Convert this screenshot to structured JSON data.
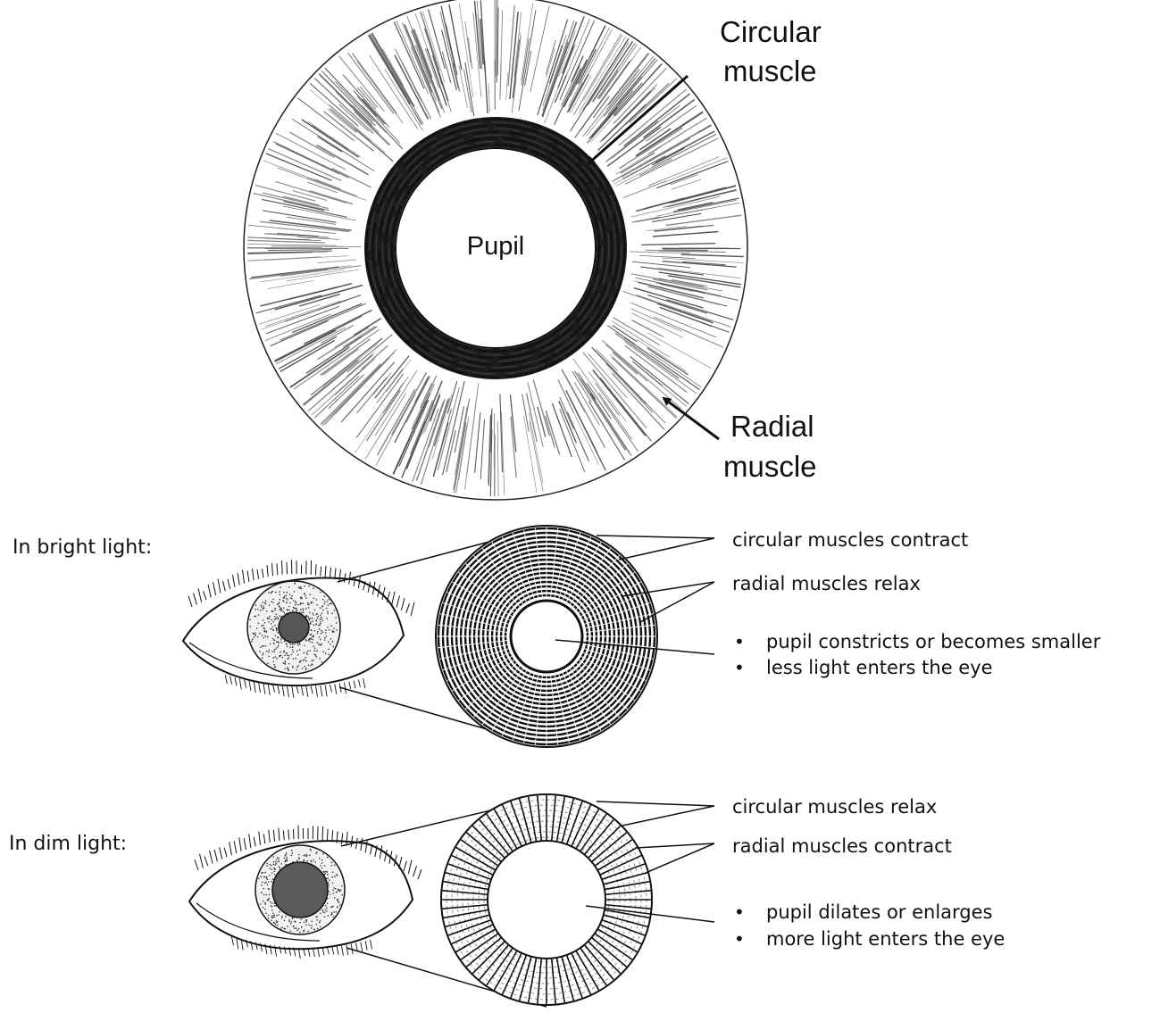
{
  "iris_diagram": {
    "pupil_label": "Pupil",
    "circular_label_line1": "Circular",
    "circular_label_line2": "muscle",
    "radial_label_line1": "Radial",
    "radial_label_line2": "muscle"
  },
  "bright_panel": {
    "heading": "In bright light:",
    "circular_text": "circular muscles contract",
    "radial_text": "radial muscles relax",
    "bullets": [
      "pupil constricts or becomes smaller",
      "less light enters the eye"
    ]
  },
  "dim_panel": {
    "heading": "In dim light:",
    "circular_text": "circular muscles relax",
    "radial_text": "radial muscles contract",
    "bullets": [
      "pupil dilates or enlarges",
      "more light enters the eye"
    ]
  },
  "bullet_glyph": "•"
}
